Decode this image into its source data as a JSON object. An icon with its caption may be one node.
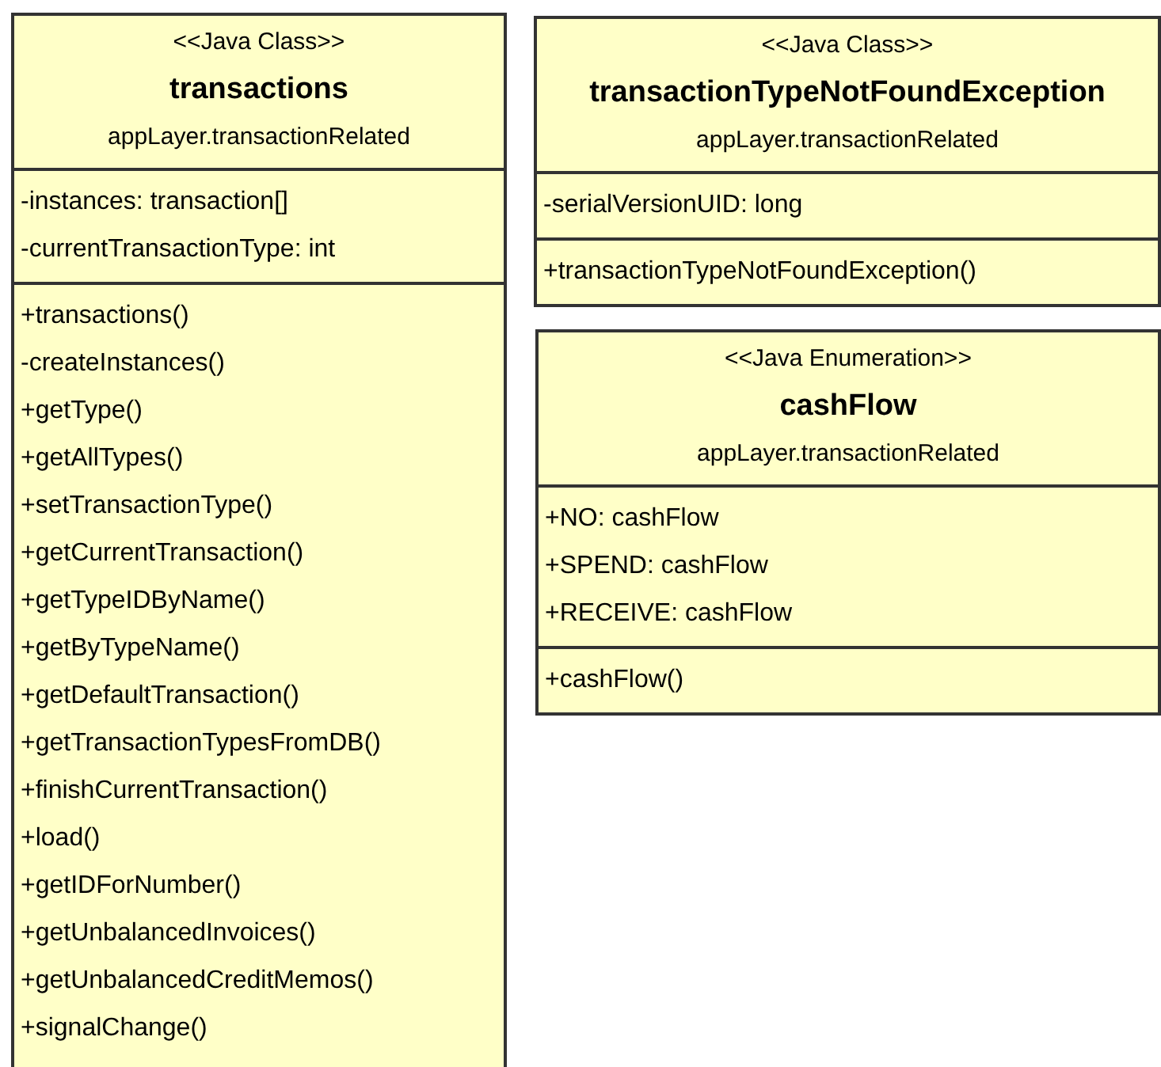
{
  "diagram": {
    "nodes": [
      {
        "text": [
          "<<Java Class>>",
          "transactions",
          "appLayer.transactionRelated"
        ]
      },
      {
        "text": [
          "-instances: transaction[]",
          "-currentTransactionType: int"
        ],
        "in": 0
      },
      {
        "text": [
          "+transactions()",
          "-createInstances()",
          "+getType()",
          "+getAllTypes()",
          "+setTransactionType()",
          "+getCurrentTransaction()",
          "+getTypeIDByName()",
          "+getByTypeName()",
          "+getDefaultTransaction()",
          "+getTransactionTypesFromDB()",
          "+finishCurrentTransaction()",
          "+load()",
          "+getIDForNumber()",
          "+getUnbalancedInvoices()",
          "+getUnbalancedCreditMemos()",
          "+signalChange()"
        ],
        "in": 0
      },
      {
        "text": [
          "<<Java Class>>",
          "transactionTypeNotFoundException",
          "appLayer.transactionRelated"
        ]
      },
      {
        "text": [
          "-serialVersionUID: long"
        ],
        "in": 3
      },
      {
        "text": [
          "+transactionTypeNotFoundException()"
        ],
        "in": 3
      },
      {
        "text": [
          "<<Java Enumeration>>",
          "cashFlow",
          "appLayer.transactionRelated"
        ]
      },
      {
        "text": [
          "+NO: cashFlow",
          "+SPEND: cashFlow",
          "+RECEIVE: cashFlow"
        ],
        "in": 6
      },
      {
        "text": [
          "+cashFlow()"
        ],
        "in": 6
      }
    ]
  }
}
